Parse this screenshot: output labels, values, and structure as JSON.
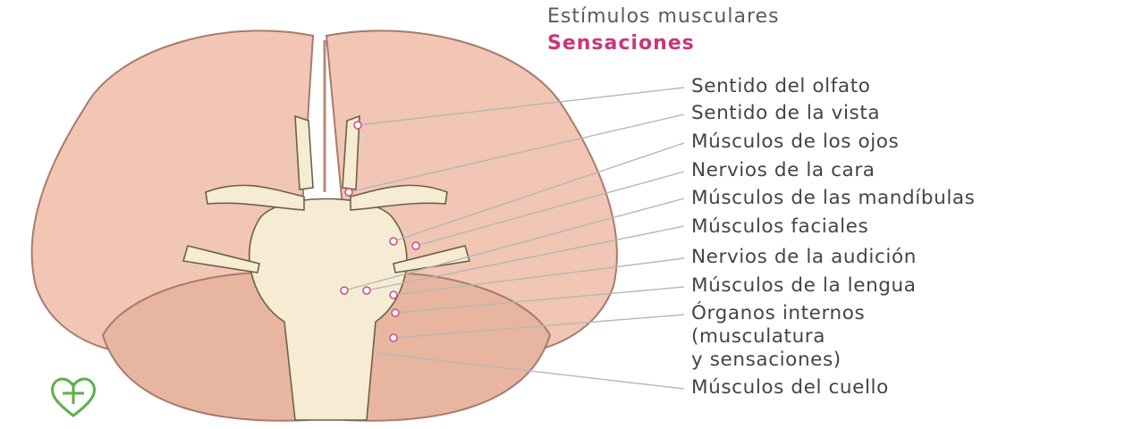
{
  "legend": {
    "muscle_stimuli": "Estímulos musculares",
    "sensations": "Sensaciones",
    "muscle_color": "#8a8a8a",
    "sensation_color": "#c8377c"
  },
  "labels": [
    "Sentido del olfato",
    "Sentido de la vista",
    "Músculos de los ojos",
    "Nervios de la cara",
    "Músculos de las mandíbulas",
    "Músculos faciales",
    "Nervios de la audición",
    "Músculos de la lengua",
    "Órganos internos",
    "(musculatura",
    "y sensaciones)",
    "Músculos del cuello"
  ],
  "colors": {
    "cerebrum": "#f1c6b4",
    "cerebrum_outline": "#a87b6b",
    "cerebellum": "#e8b6a0",
    "brainstem": "#f6ecd3",
    "nerve_pink": "#d14a86",
    "logo": "#5db04a"
  },
  "logo_icon": "heart-cross-logo-icon"
}
